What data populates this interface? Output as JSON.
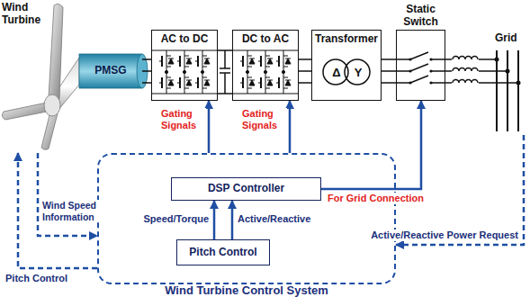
{
  "diagram": {
    "nodes": [
      {
        "text": [
          "Wind Turbine"
        ]
      },
      {
        "text": [
          "PMSG"
        ]
      },
      {
        "text": [
          "AC to DC"
        ]
      },
      {
        "text": [
          "DC to AC"
        ]
      },
      {
        "text": [
          "Transformer",
          "Δ",
          "Y"
        ]
      },
      {
        "text": [
          "Static Switch"
        ]
      },
      {
        "text": [
          "Grid"
        ]
      },
      {
        "text": [
          "Wind Turbine Control System"
        ]
      },
      {
        "text": [
          "DSP Controller"
        ],
        "in": 7
      },
      {
        "text": [
          "Pitch Control"
        ],
        "in": 7
      }
    ],
    "edges": [
      {
        "from": 1,
        "to": 2,
        "arrow": "none"
      },
      {
        "from": 2,
        "to": 3,
        "arrow": "none"
      },
      {
        "from": 3,
        "to": 4,
        "arrow": "none"
      },
      {
        "from": 4,
        "to": 5,
        "arrow": "none"
      },
      {
        "from": 5,
        "to": 6,
        "arrow": "none"
      },
      {
        "from": 7,
        "to": 2,
        "arrow": "to",
        "label": "Gating Signals"
      },
      {
        "from": 7,
        "to": 3,
        "arrow": "to",
        "label": "Gating Signals"
      },
      {
        "from": 8,
        "to": 5,
        "arrow": "to",
        "label": "For Grid Connection"
      },
      {
        "from": 9,
        "to": 8,
        "arrow": "to",
        "label": "Speed/Torque"
      },
      {
        "from": 9,
        "to": 8,
        "arrow": "to",
        "label": "Active/Reactive"
      },
      {
        "from": 0,
        "to": 7,
        "arrow": "to",
        "label": "Wind Speed Information"
      },
      {
        "from": 7,
        "to": 0,
        "arrow": "to",
        "label": "Pitch Control"
      },
      {
        "from": 6,
        "to": 7,
        "arrow": "to",
        "label": "Active/Reactive Power Request"
      }
    ]
  }
}
